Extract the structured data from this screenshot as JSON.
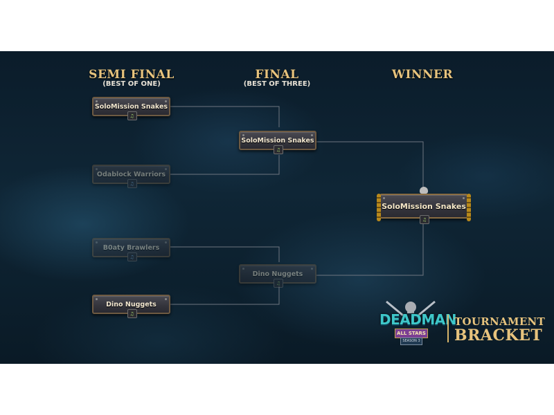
{
  "headers": {
    "semi": {
      "title": "SEMI FINAL",
      "subtitle": "(BEST OF ONE)"
    },
    "final": {
      "title": "FINAL",
      "subtitle": "(BEST OF THREE)"
    },
    "winner": {
      "title": "WINNER"
    }
  },
  "bracket": {
    "semi": [
      {
        "name": "SoloMission Snakes"
      },
      {
        "name": "Odablock Warriors"
      },
      {
        "name": "B0aty Brawlers"
      },
      {
        "name": "Dino Nuggets"
      }
    ],
    "final": [
      {
        "name": "SoloMission Snakes"
      },
      {
        "name": "Dino Nuggets"
      }
    ],
    "winner": {
      "name": "SoloMission Snakes"
    }
  },
  "logo": {
    "title": "DEADMAN",
    "all_stars": "ALL STARS",
    "season": "SEASON 3"
  },
  "brand": {
    "line1": "TOURNAMENT",
    "line2": "BRACKET"
  },
  "colors": {
    "gold": "#e7c37d",
    "line": "#6f7680",
    "teal": "#3ec7c9"
  },
  "icons": {
    "team_badge": "team-crest-icon",
    "winner_chain": "chain-icon",
    "winner_skull": "skull-icon"
  }
}
